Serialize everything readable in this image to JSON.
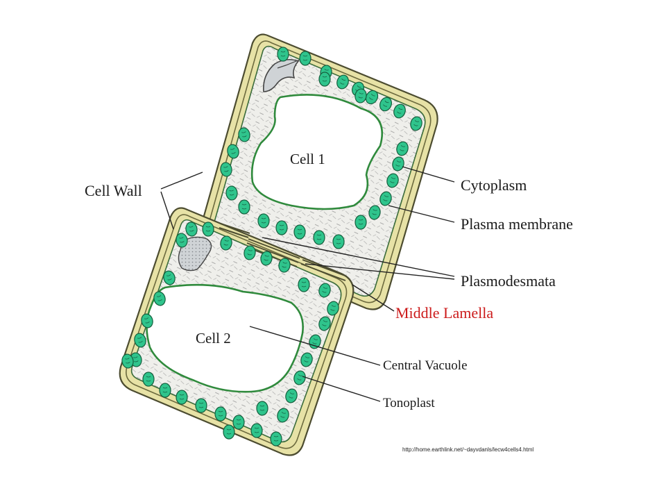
{
  "labels": {
    "cell1": "Cell 1",
    "cell2": "Cell 2",
    "cell_wall": "Cell Wall",
    "cytoplasm": "Cytoplasm",
    "plasma_membrane": "Plasma membrane",
    "plasmodesmata": "Plasmodesmata",
    "middle_lamella": "Middle Lamella",
    "central_vacuole": "Central Vacuole",
    "tonoplast": "Tonoplast"
  },
  "source_url": "http://home.earthlink.net/~dayvdanls/lecw4cells4.html",
  "colors": {
    "wall_fill": "#e7e2a6",
    "wall_outline": "#5a5a3c",
    "cytoplasm": "#eeeeea",
    "chloroplast": "#2fc48c",
    "tonoplast": "#2f8a3c",
    "middle_lamella_label": "#cc1b1b",
    "text": "#1a1a1a"
  },
  "icons": {
    "chloroplast": "chloroplast-icon",
    "nucleus": "nucleus-icon"
  }
}
